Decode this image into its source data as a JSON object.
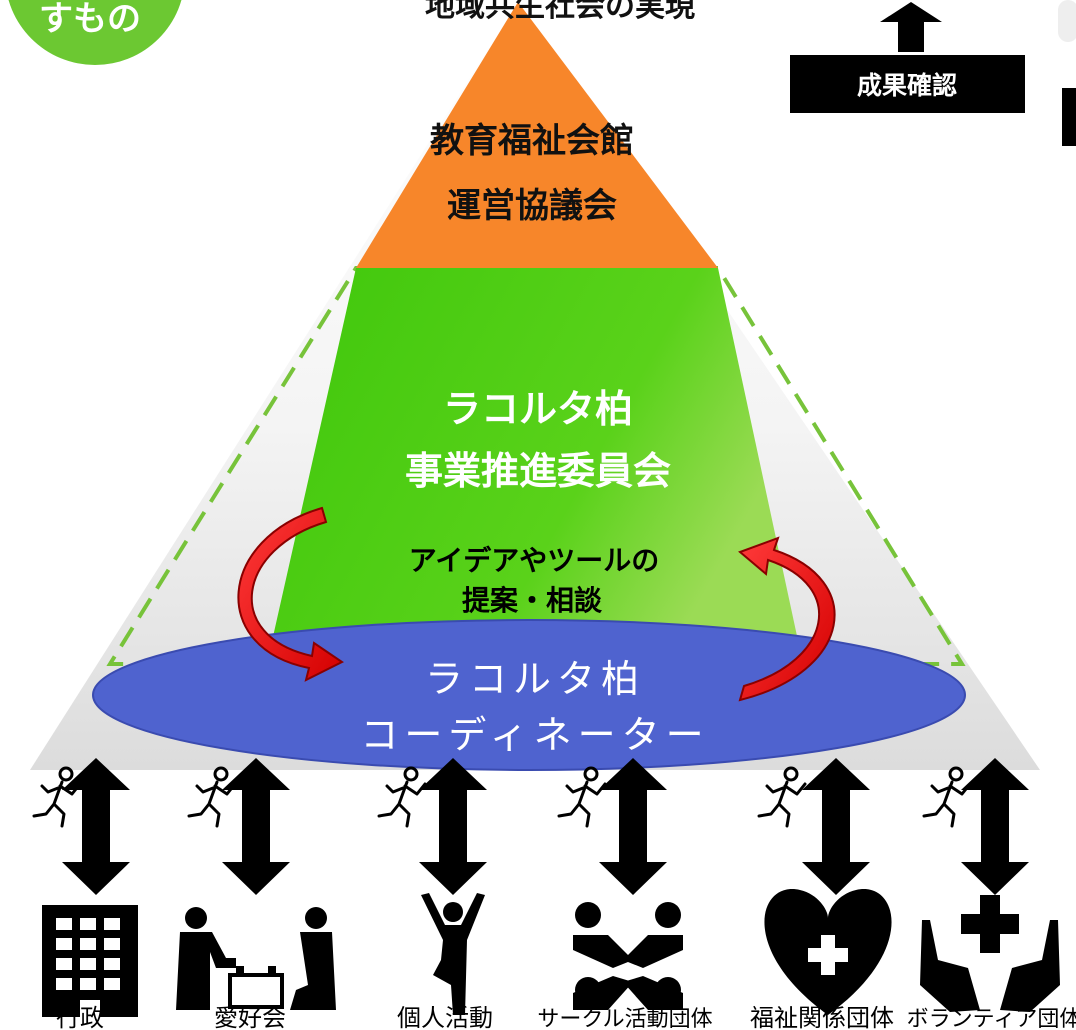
{
  "corner_badge": {
    "text": "すもの",
    "color": "#6cc832"
  },
  "top_goal": {
    "text": "地域共生社会の実現"
  },
  "result_check": {
    "label": "成果確認"
  },
  "council": {
    "line1": "教育福祉会館",
    "line2": "運営協議会",
    "color": "#f7862a"
  },
  "committee": {
    "line1": "ラコルタ柏",
    "line2": "事業推進委員会",
    "color": "#4fcf12"
  },
  "proposal": {
    "line1": "アイデアやツールの",
    "line2": "提案・相談"
  },
  "coordinator": {
    "line1": "ラコルタ柏",
    "line2": "コーディネーター",
    "color": "#4f63cf"
  },
  "groups": [
    {
      "label": "行政",
      "icon": "building-icon"
    },
    {
      "label": "愛好会",
      "icon": "hobby-club-icon"
    },
    {
      "label": "個人活動",
      "icon": "individual-person-icon"
    },
    {
      "label": "サークル活動団体",
      "icon": "circle-group-icon"
    },
    {
      "label": "福祉関係団体",
      "icon": "heart-plus-icon"
    },
    {
      "label": "ボランティア団体",
      "icon": "helping-hands-icon"
    }
  ]
}
